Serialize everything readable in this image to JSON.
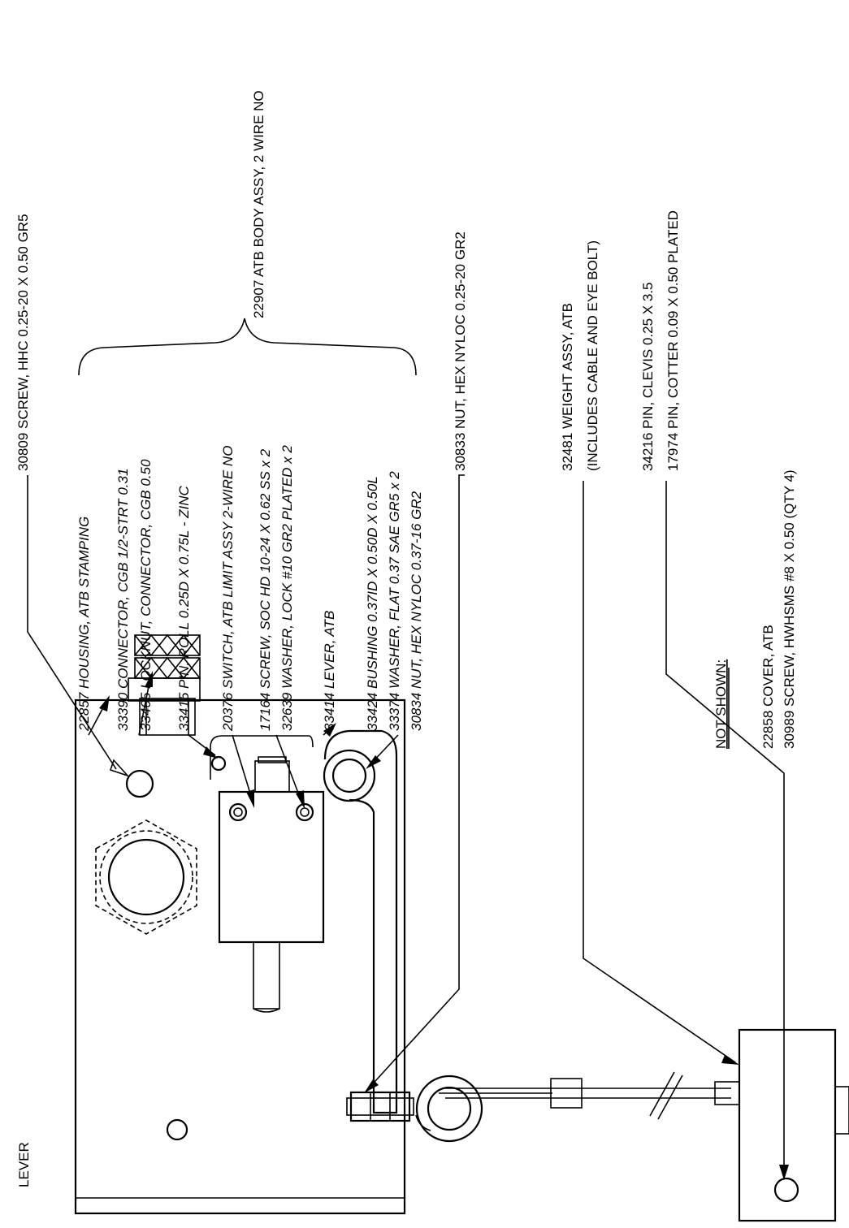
{
  "title": "LEVER",
  "callouts": {
    "screw_hhc": "30809 SCREW, HHC 0.25-20 X 0.50 GR5",
    "body_assy": "22907  ATB BODY ASSY, 2 WIRE NO",
    "nut_nyloc": "30833  NUT, HEX NYLOC 0.25-20 GR2",
    "weight_assy_1": "32481 WEIGHT ASSY, ATB",
    "weight_assy_2": "(INCLUDES CABLE AND EYE BOLT)",
    "pin_clevis": "34216  PIN, CLEVIS 0.25 X 3.5",
    "pin_cotter": "17974  PIN, COTTER 0.09 X 0.50 PLATED"
  },
  "body_parts": [
    "22857  HOUSING, ATB STAMPING",
    "33390  CONNECTOR, CGB 1/2-STRT 0.31",
    "33405  LOCKNUT, CONNECTOR, CGB 0.50",
    "33415  PIN, ROLL 0.25D X 0.75L - ZINC",
    "20376  SWITCH, ATB LIMIT ASSY 2-WIRE NO",
    "17164  SCREW, SOC HD 10-24 X 0.62 SS x 2",
    "32639  WASHER, LOCK #10 GR2 PLATED x 2",
    "33414  LEVER, ATB",
    "33424  BUSHING 0.37ID X 0.50D X 0.50L",
    "33374  WASHER, FLAT 0.37 SAE GR5 x 2",
    "30834  NUT, HEX NYLOC 0.37-16 GR2"
  ],
  "not_shown": {
    "heading": "NOT SHOWN:",
    "items": [
      "22858  COVER, ATB",
      "30989   SCREW, HWHSMS #8 X 0.50 (QTY 4)"
    ]
  }
}
